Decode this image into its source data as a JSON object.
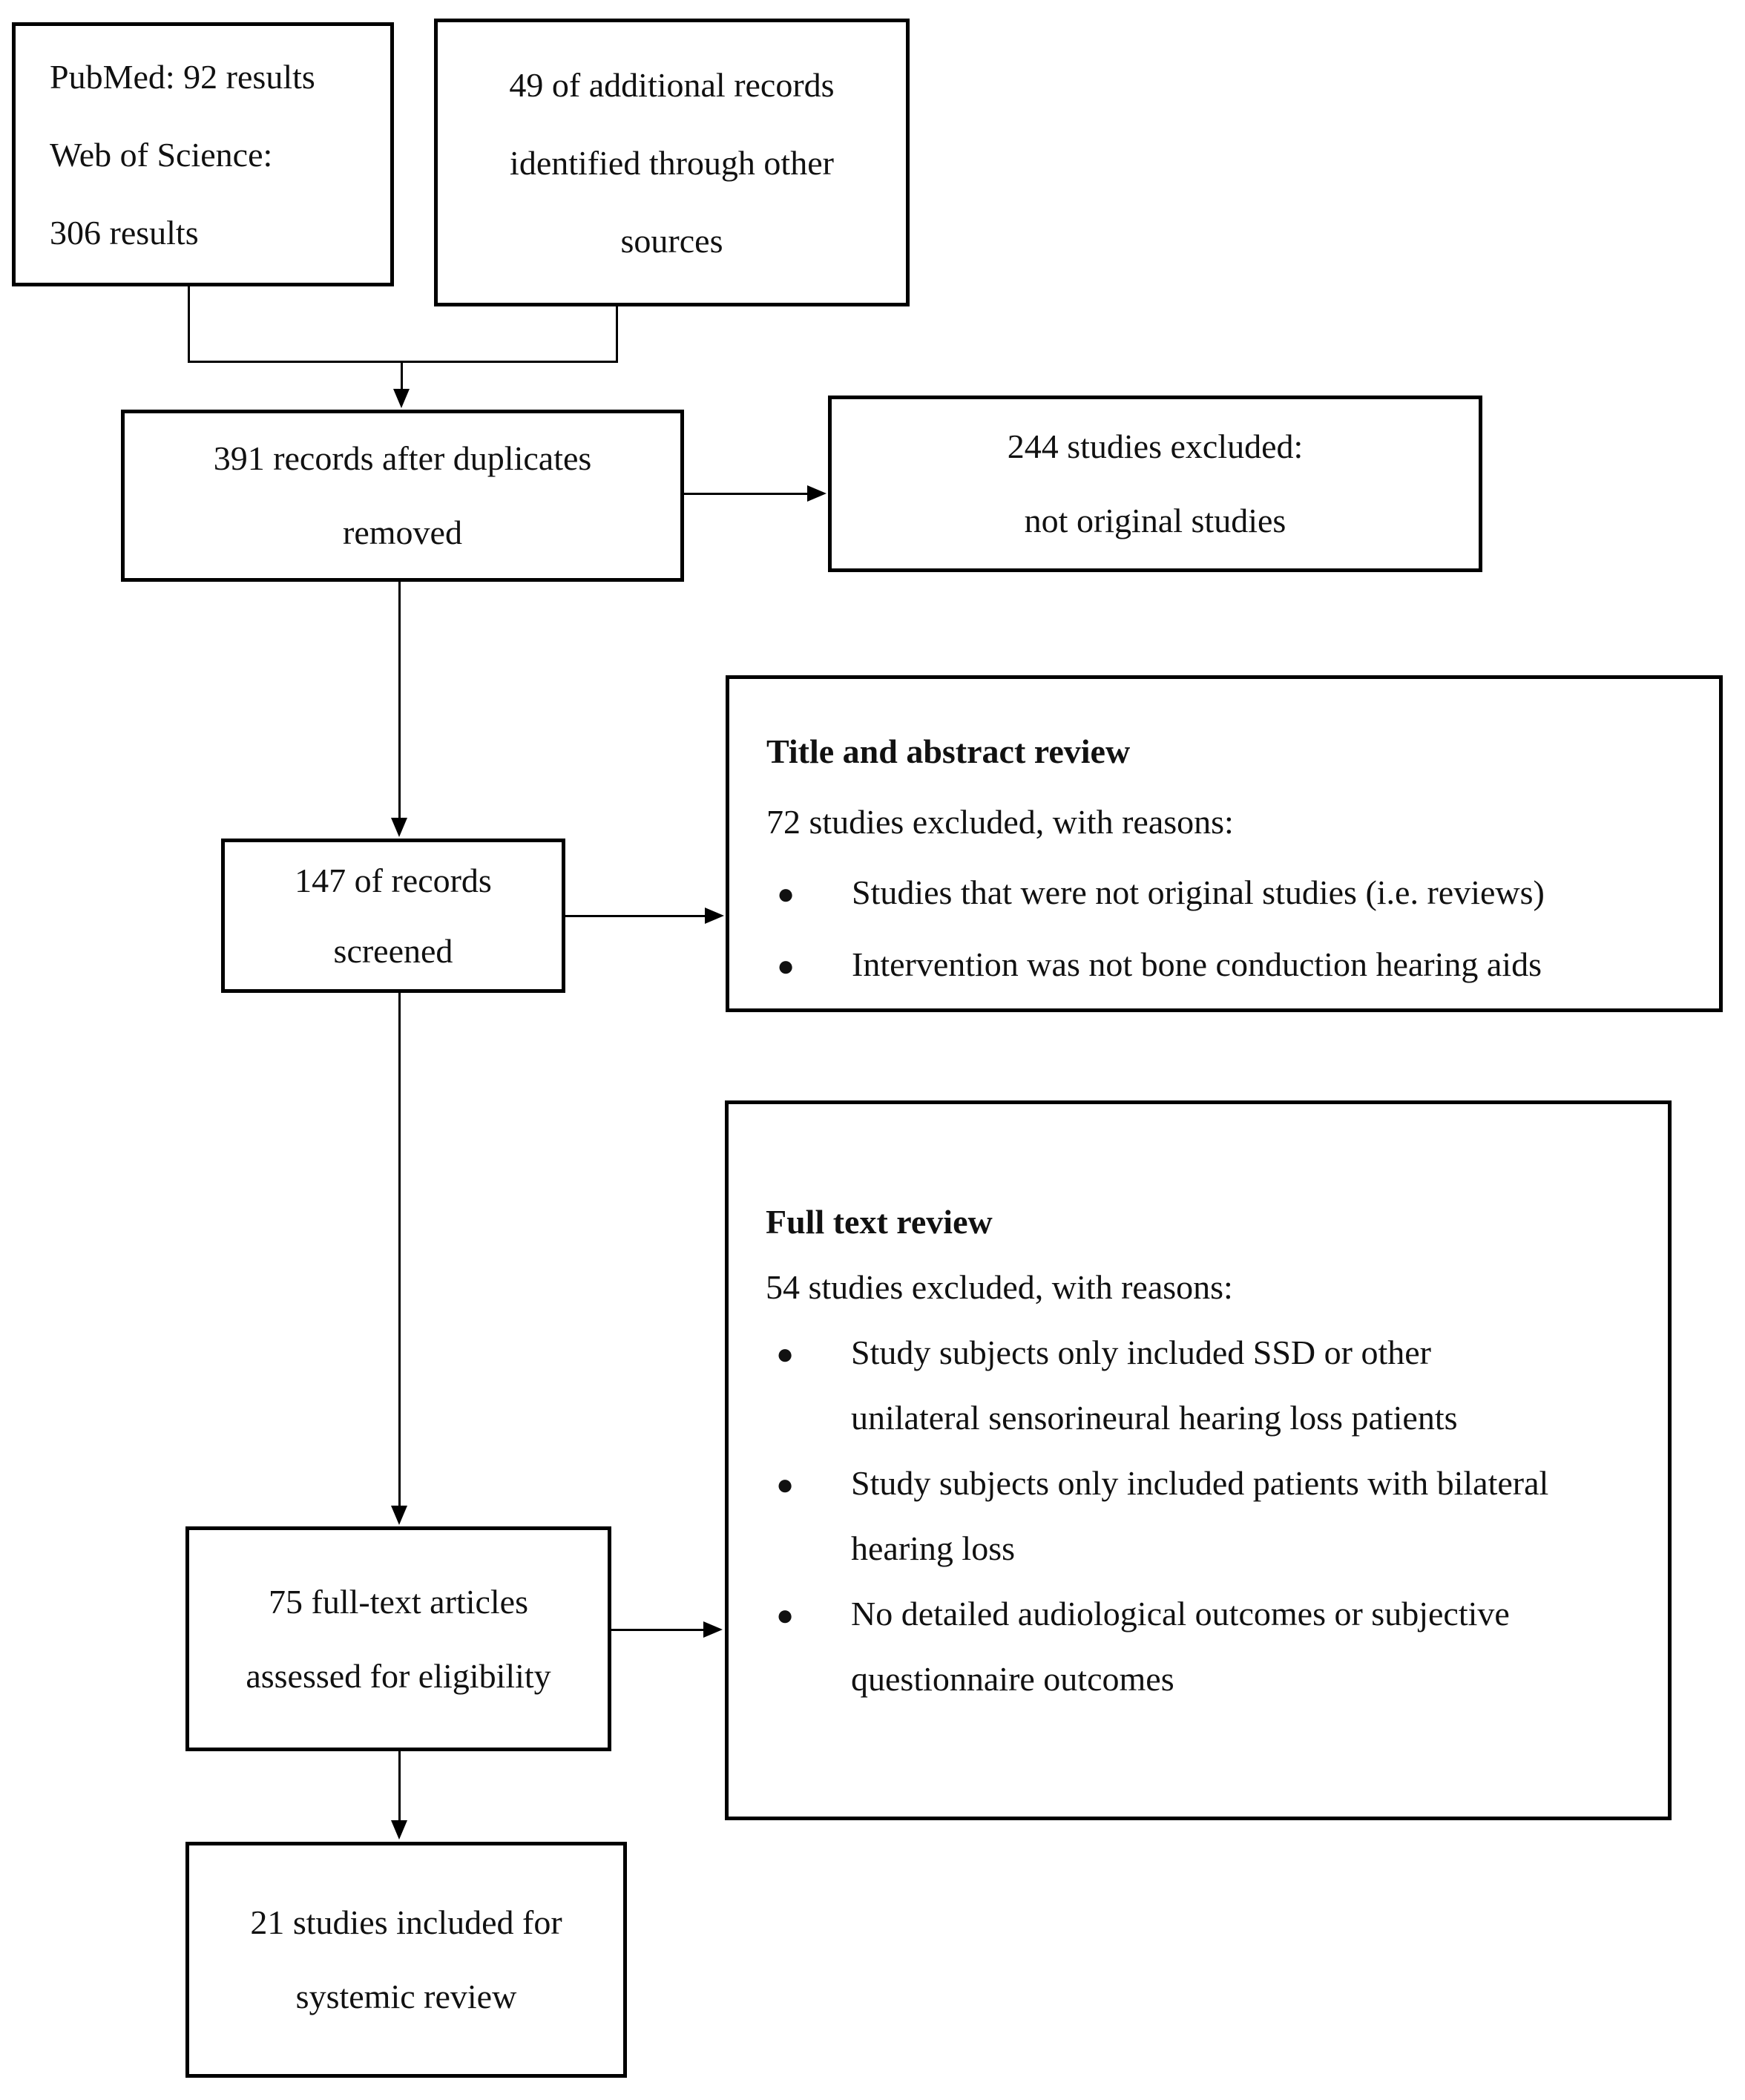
{
  "bullet_glyph": "●",
  "colors": {
    "line": "#000000",
    "text": "#111111",
    "background": "#ffffff"
  },
  "boxes": {
    "sources": {
      "lines": [
        "PubMed: 92 results",
        "Web of Science:",
        "306 results"
      ]
    },
    "additional": {
      "lines": [
        "49 of additional records",
        "identified through other",
        "sources"
      ]
    },
    "dedup": {
      "lines": [
        "391 records after duplicates",
        "removed"
      ]
    },
    "excluded_dup": {
      "lines": [
        "244 studies excluded:",
        "not original studies"
      ]
    },
    "screened": {
      "lines": [
        "147 of records",
        "screened"
      ]
    },
    "title_abstract_review": {
      "title": "Title and abstract review",
      "subtitle": "72 studies excluded, with reasons:",
      "bullets": [
        {
          "lines": [
            "Studies that were not original studies (i.e. reviews)"
          ]
        },
        {
          "lines": [
            "Intervention was not bone conduction hearing aids"
          ]
        }
      ]
    },
    "full_text_review": {
      "title": "Full text review",
      "subtitle": "54 studies excluded, with reasons:",
      "bullets": [
        {
          "lines": [
            "Study subjects only included SSD or other",
            "unilateral sensorineural hearing loss patients"
          ]
        },
        {
          "lines": [
            "Study subjects only included patients with bilateral",
            "hearing loss"
          ]
        },
        {
          "lines": [
            "No detailed audiological outcomes or subjective",
            "questionnaire outcomes"
          ]
        }
      ]
    },
    "assessed": {
      "lines": [
        "75 full-text articles",
        "assessed for eligibility"
      ]
    },
    "included": {
      "lines": [
        "21 studies included for",
        "systemic review"
      ]
    }
  }
}
